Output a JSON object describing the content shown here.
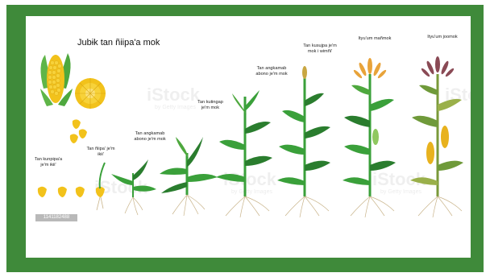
{
  "title": "Jubɨk tan ñiipa'a mok",
  "stages": [
    {
      "label": "Tan kunpɨpa'a\nje'm ɨkɨi'"
    },
    {
      "label": "Tan ñiipa' je'm\nɨkɨi'"
    },
    {
      "label": "Tan angkamab\nabono je'm mok"
    },
    {
      "label": "Tan kutɨngap\nje'm mok"
    },
    {
      "label": "Tan angkamab\nabono je'm mok"
    },
    {
      "label": "Tan kusujpa je'm\nmok i wimñi'"
    },
    {
      "label": "Ityu'um mañmok"
    },
    {
      "label": "Ityu'um joomok"
    }
  ],
  "stock_id": "1141182488",
  "watermark": {
    "text": "iStock",
    "sub": "by Getty Images"
  },
  "colors": {
    "border": "#3f8a3a",
    "panel": "#ffffff",
    "leaf": "#3aa03a",
    "leaf_dark": "#2a7d2e",
    "corn": "#f2c21b",
    "root": "#c9b48a",
    "tassel_young": "#e8a33a",
    "tassel_mature": "#8a4a55"
  }
}
